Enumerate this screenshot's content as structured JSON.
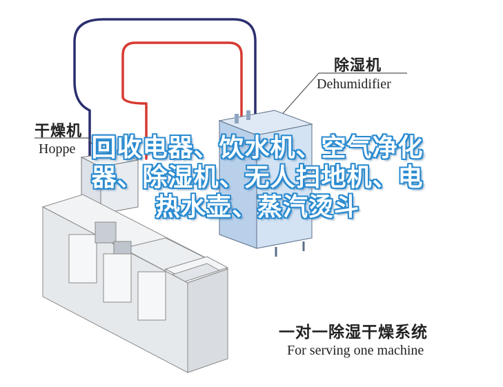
{
  "labels": {
    "dehumidifier_cn": "除湿机",
    "dehumidifier_en": "Dehumidifier",
    "hopper_cn": "干燥机",
    "hopper_en": "Hoppe",
    "system_cn": "一对一除湿干燥系统",
    "system_en": "For serving one machine"
  },
  "overlay_text": "回收电器、饮水机、空气净化器、除湿机、无人扫地机、电热水壶、蒸汽烫斗",
  "colors": {
    "pipe_red": "#d63a32",
    "pipe_blue": "#2b2f6e",
    "dehumidifier_body": "#c9ddf2",
    "overlay_outline": "#2a8bd0"
  }
}
